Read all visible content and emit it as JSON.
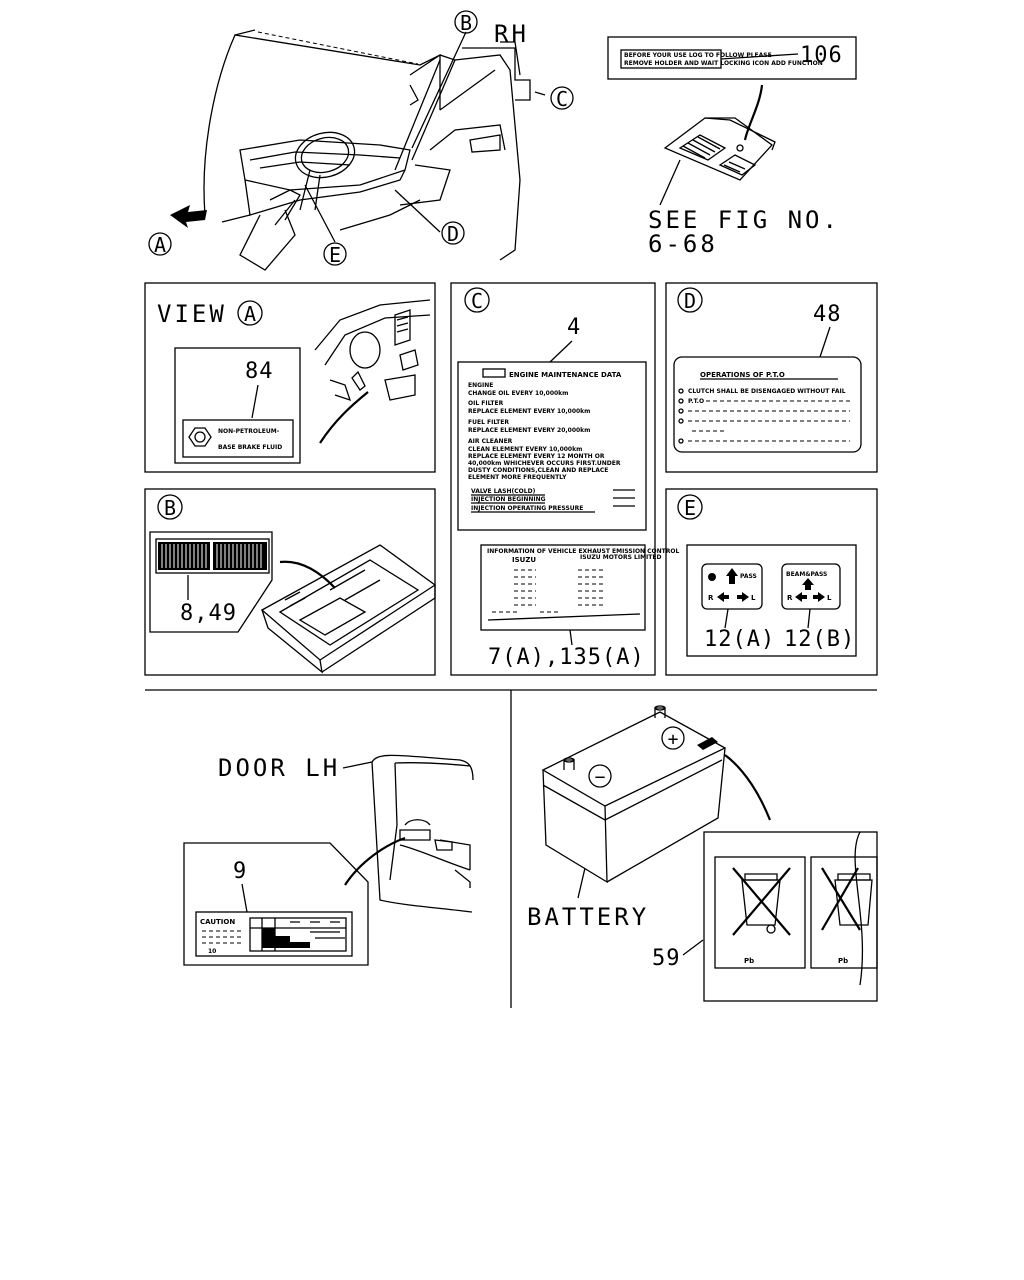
{
  "top": {
    "rh": "RH",
    "callout_b": "B",
    "callout_c": "C",
    "callout_d": "D",
    "callout_e": "E",
    "callout_a": "A",
    "part_106": "106",
    "see_fig_1": "SEE FIG NO.",
    "see_fig_2": "6-68",
    "label_106_line1": "BEFORE YOUR USE LOG TO FOLLOW PLEASE",
    "label_106_line2": "REMOVE HOLDER AND WAIT LOCKING ICON ADD FUNCTION"
  },
  "panels": {
    "view_a": {
      "title": "VIEW",
      "circle": "A",
      "part": "84",
      "text1": "NON-PETROLEUM-",
      "text2": "BASE BRAKE FLUID"
    },
    "c": {
      "circle": "C",
      "part": "4",
      "part2": "7(A),135(A)",
      "label_title": "ENGINE MAINTENANCE DATA",
      "label_lines": [
        "ENGINE",
        "CHANGE OIL EVERY 10,000km",
        "OIL FILTER",
        "REPLACE ELEMENT EVERY 10,000km",
        "FUEL FILTER",
        "REPLACE ELEMENT EVERY 20,000km",
        "AIR CLEANER",
        "CLEAN ELEMENT EVERY 10,000km",
        "REPLACE ELEMENT EVERY 12 MONTH OR",
        "40,000km WHICHEVER OCCURS FIRST.UNDER",
        "DUSTY CONDITIONS,CLEAN AND REPLACE",
        "ELEMENT MORE FREQUENTLY",
        "VALVE LASH(COLD)",
        "INJECTION BEGINNING",
        "INJECTION OPERATING PRESSURE"
      ],
      "emission_title1": "INFORMATION OF VEHICLE EXHAUST EMISSION CONTROL",
      "emission_title2": "ISUZU MOTORS LIMITED",
      "emission_brand": "ISUZU"
    },
    "d": {
      "circle": "D",
      "part": "48",
      "title": "OPERATIONS OF P.T.O",
      "line1": "CLUTCH SHALL BE DISENGAGED WITHOUT FAIL",
      "line2": "P.T.O"
    },
    "b": {
      "circle": "B",
      "part": "8,49"
    },
    "e": {
      "circle": "E",
      "part_a": "12(A)",
      "part_b": "12(B)",
      "pass": "PASS",
      "beam_pass": "BEAM&PASS",
      "r": "R",
      "l": "L"
    }
  },
  "bottom": {
    "door_lh": "DOOR LH",
    "part_9": "9",
    "caution": "CAUTION",
    "battery": "BATTERY",
    "part_59": "59",
    "pb": "Pb",
    "plus": "+",
    "minus": "−"
  }
}
